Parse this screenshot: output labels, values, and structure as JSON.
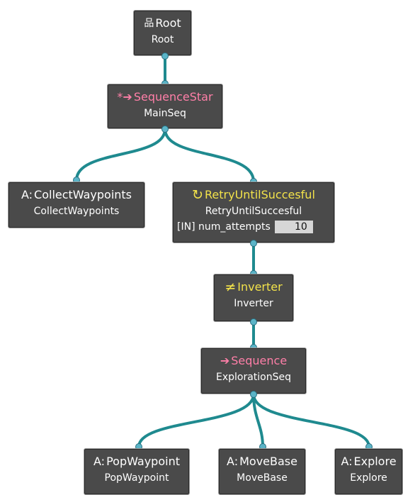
{
  "colors": {
    "edge": "#1f8a8f",
    "node_bg": "#4a4a4a",
    "control_title": "#ff7fa8",
    "decorator_title": "#f2e24a",
    "port": "#5bb4c7"
  },
  "nodes": {
    "root": {
      "type": "Root",
      "name": "Root",
      "icon": "tree-icon",
      "glyph": "品"
    },
    "main_seq": {
      "type": "SequenceStar",
      "name": "MainSeq",
      "icon": "sequence-star-icon",
      "glyph": "*➔"
    },
    "collect": {
      "type": "CollectWaypoints",
      "name": "CollectWaypoints",
      "icon": "action-icon",
      "glyph": "A:"
    },
    "retry": {
      "type": "RetryUntilSuccesful",
      "name": "RetryUntilSuccesful",
      "icon": "retry-icon",
      "glyph": "↻",
      "port_label": "[IN] num_attempts",
      "port_value": "10"
    },
    "inverter": {
      "type": "Inverter",
      "name": "Inverter",
      "icon": "inverter-icon",
      "glyph": "≠"
    },
    "exploration": {
      "type": "Sequence",
      "name": "ExplorationSeq",
      "icon": "sequence-icon",
      "glyph": "➔"
    },
    "pop": {
      "type": "PopWaypoint",
      "name": "PopWaypoint",
      "icon": "action-icon",
      "glyph": "A:"
    },
    "move": {
      "type": "MoveBase",
      "name": "MoveBase",
      "icon": "action-icon",
      "glyph": "A:"
    },
    "explore": {
      "type": "Explore",
      "name": "Explore",
      "icon": "action-icon",
      "glyph": "A:"
    }
  }
}
